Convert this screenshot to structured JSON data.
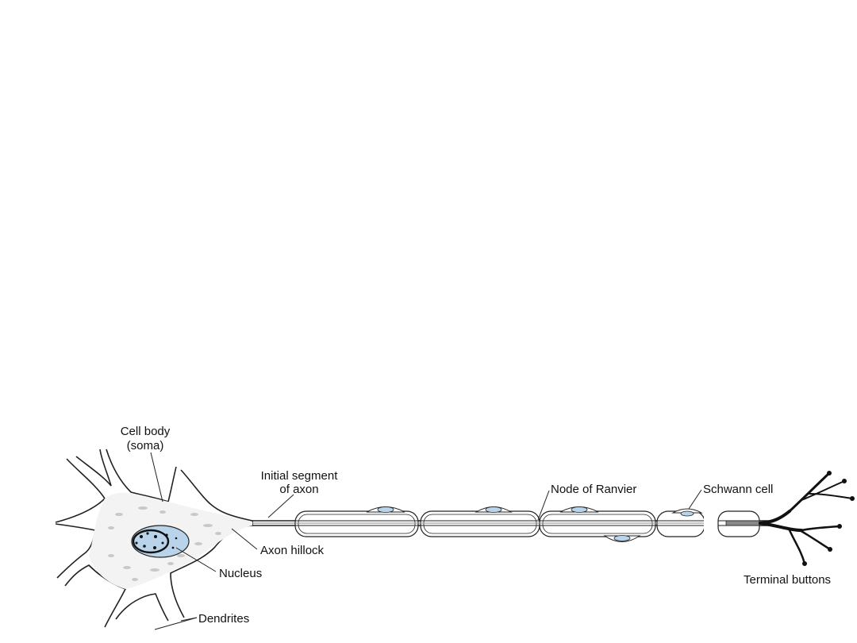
{
  "labels": {
    "cell_body_line1": "Cell body",
    "cell_body_line2": "(soma)",
    "initial_segment_line1": "Initial segment",
    "initial_segment_line2": "of axon",
    "node_of_ranvier": "Node of Ranvier",
    "schwann_cell": "Schwann cell",
    "axon_hillock": "Axon hillock",
    "nucleus": "Nucleus",
    "terminal_buttons": "Terminal buttons",
    "dendrites": "Dendrites"
  },
  "colors": {
    "soma_fill": "#f3f3f3",
    "nucleus_fill": "#b9d3ea",
    "schwann_nucleus_fill": "#b9d3ea",
    "ink": "#222222"
  }
}
